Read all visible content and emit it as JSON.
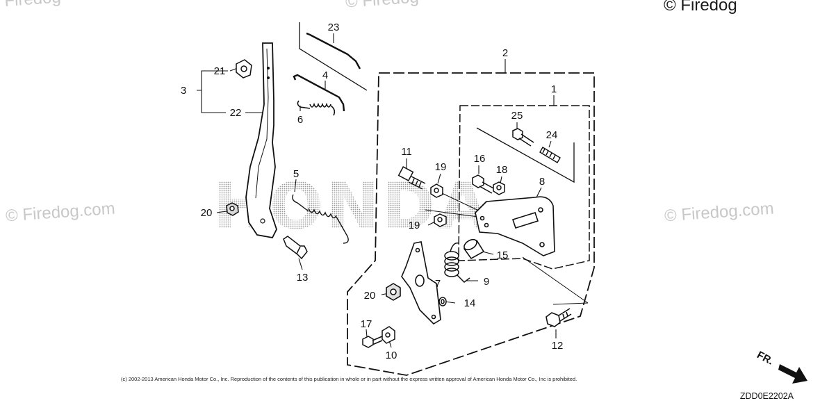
{
  "watermarks": {
    "top_left": "© Firedog",
    "top_center": "© Firedog",
    "top_right": "© Firedog",
    "middle_left": "© Firedog.com",
    "middle_right": "© Firedog.com"
  },
  "brand_watermark": "HONDA",
  "callouts": [
    "1",
    "2",
    "3",
    "4",
    "5",
    "6",
    "7",
    "8",
    "9",
    "10",
    "11",
    "12",
    "13",
    "14",
    "15",
    "16",
    "17",
    "18",
    "19",
    "19",
    "20",
    "20",
    "21",
    "22",
    "23",
    "24",
    "25"
  ],
  "copyright": "(c) 2002-2013 American Honda Motor Co., Inc. Reproduction of the contents of this publication in whole or in part without the express written approval of American Honda Motor Co., Inc is prohibited.",
  "direction_label": "FR.",
  "diagram_code": "ZDD0E2202A"
}
